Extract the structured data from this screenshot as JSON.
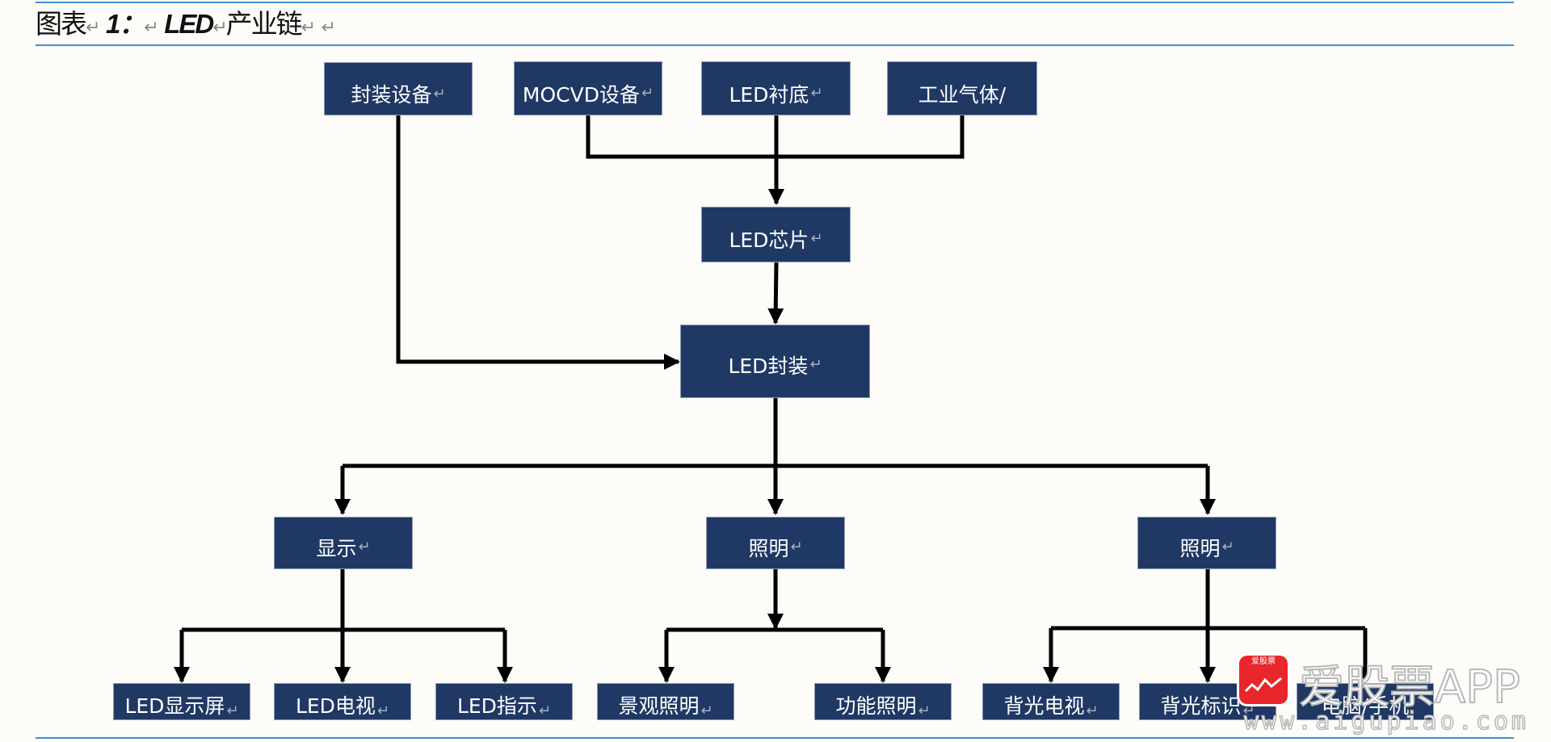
{
  "caption": {
    "prefix": "图表",
    "number": "1：",
    "subject": "LED",
    "suffix": "产业链",
    "mark": "↵"
  },
  "nodes": {
    "packaging_equipment": "封装设备",
    "mocvd_equipment": "MOCVD设备",
    "led_substrate": "LED衬底",
    "industrial_gas": "工业气体/",
    "led_chip": "LED芯片",
    "led_packaging": "LED封装",
    "display": "显示",
    "lighting": "照明",
    "lighting_2": "照明",
    "led_display_screen": "LED显示屏",
    "led_tv": "LED电视",
    "led_indicator": "LED指示",
    "landscape_lighting": "景观照明",
    "functional_lighting": "功能照明",
    "backlight_tv": "背光电视",
    "backlight_signage": "背光标识",
    "pc_phone": "电脑/手机"
  },
  "watermark": {
    "logo_text": "爱股票",
    "title": "爱股票APP",
    "url": "www.aigupiao.com"
  },
  "colors": {
    "node_fill": "#1f3864",
    "rule": "#3d8fd6",
    "arrow": "#000000",
    "background": "#fdfcf8"
  }
}
